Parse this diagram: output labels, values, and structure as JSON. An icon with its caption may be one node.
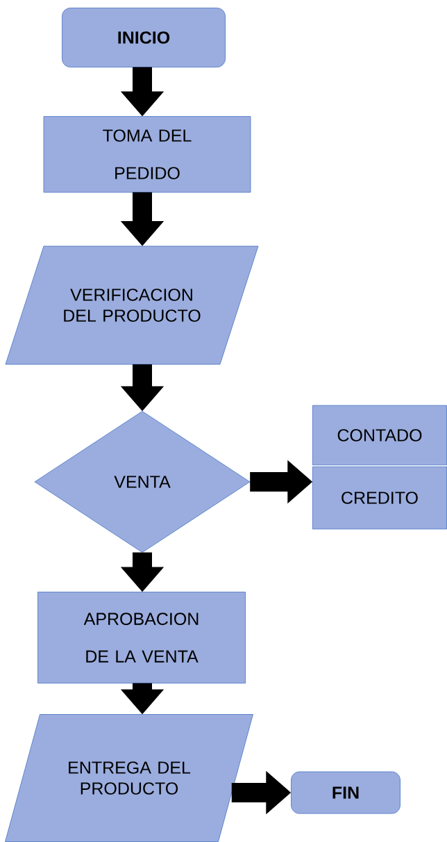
{
  "diagram": {
    "nodes": [
      {
        "text": [
          "INICIO"
        ]
      },
      {
        "text": [
          "TOMA DEL PEDIDO"
        ]
      },
      {
        "text": [
          "VERIFICACION DEL PRODUCTO"
        ]
      },
      {
        "text": [
          "VENTA"
        ]
      },
      {
        "text": [
          "CONTADO"
        ]
      },
      {
        "text": [
          "CREDITO"
        ]
      },
      {
        "text": [
          "APROBACION DE LA VENTA"
        ]
      },
      {
        "text": [
          "ENTREGA DEL PRODUCTO"
        ]
      },
      {
        "text": [
          "FIN"
        ]
      }
    ],
    "edges": [
      {
        "from": 0,
        "to": 1,
        "arrow": "to"
      },
      {
        "from": 1,
        "to": 2,
        "arrow": "to"
      },
      {
        "from": 2,
        "to": 3,
        "arrow": "to"
      },
      {
        "from": 3,
        "to": 5,
        "arrow": "to"
      },
      {
        "from": 3,
        "to": 6,
        "arrow": "to"
      },
      {
        "from": 6,
        "to": 7,
        "arrow": "to"
      },
      {
        "from": 7,
        "to": 8,
        "arrow": "to"
      }
    ]
  }
}
